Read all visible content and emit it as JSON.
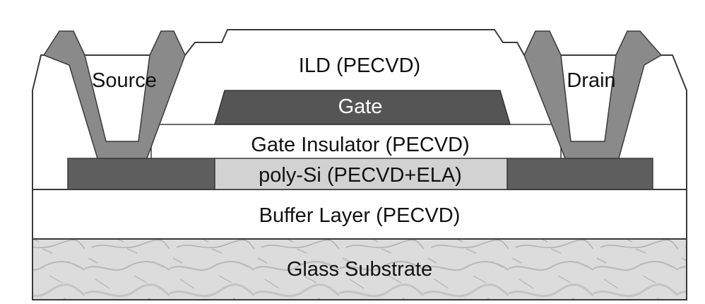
{
  "diagram": {
    "labels": {
      "ild": "ILD (PECVD)",
      "source": "Source",
      "drain": "Drain",
      "gate": "Gate",
      "gate_insulator": "Gate Insulator (PECVD)",
      "poly_si": "poly-Si (PECVD+ELA)",
      "buffer_layer": "Buffer Layer (PECVD)",
      "glass_substrate": "Glass Substrate"
    },
    "colors": {
      "background": "#ffffff",
      "outline": "#3a3a3a",
      "white_layer": "#ffffff",
      "metal_contact": "#8a8a8a",
      "gate_metal": "#555555",
      "doped_region": "#5e5e5e",
      "poly_si_channel": "#d2d2d2",
      "glass": "#dcdcdc"
    }
  }
}
